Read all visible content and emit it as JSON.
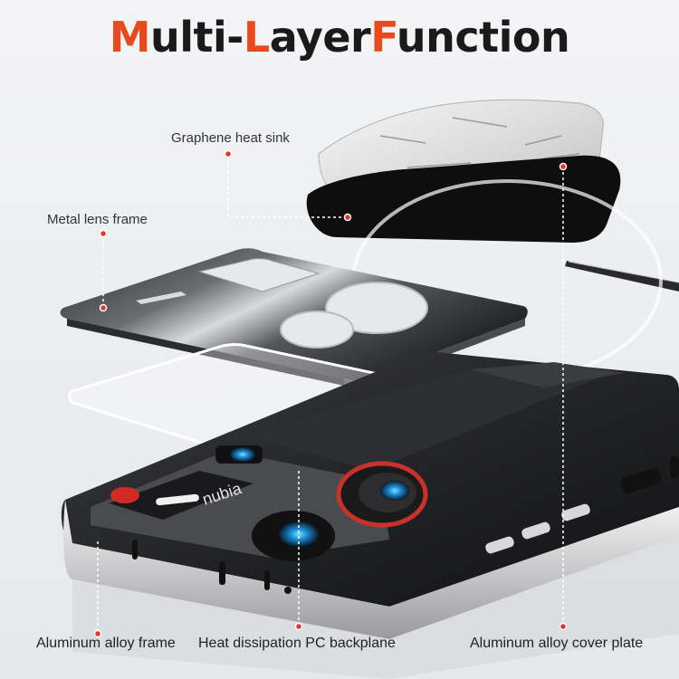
{
  "title": {
    "part1_accent": "M",
    "part1_rest": "ulti-",
    "part2_accent": "L",
    "part2_rest": "ayer",
    "part3_accent": "F",
    "part3_rest": "unction"
  },
  "labels": {
    "graphene": "Graphene heat sink",
    "metal_lens_frame": "Metal lens frame",
    "aluminum_frame": "Aluminum alloy frame",
    "pc_backplane": "Heat dissipation PC backplane",
    "cover_plate": "Aluminum alloy cover plate"
  },
  "phone": {
    "brand": "nubia"
  },
  "colors": {
    "accent": "#e8491d",
    "marker": "#e8352a"
  }
}
